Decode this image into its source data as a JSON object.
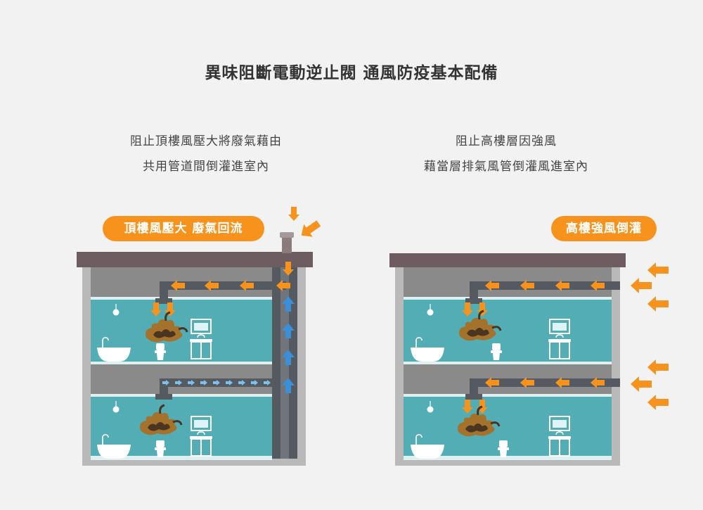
{
  "title": "異味阻斷電動逆止閥 通風防疫基本配備",
  "left_panel": {
    "desc_line1": "阻止頂樓風壓大將廢氣藉由",
    "desc_line2": "共用管道間倒灌進室內",
    "badge": "頂樓風壓大 廢氣回流"
  },
  "right_panel": {
    "desc_line1": "阻止高樓層因強風",
    "desc_line2": "藉當層排氣風管倒灌風進室內",
    "badge": "高樓強風倒灌"
  },
  "colors": {
    "background": "#f2f2f2",
    "roof": "#6e5d60",
    "wall": "#8a8a8a",
    "room": "#52adb5",
    "duct": "#555a60",
    "arrow_orange": "#f7931d",
    "arrow_blue": "#3a8fd6",
    "badge": "#f7931d"
  }
}
